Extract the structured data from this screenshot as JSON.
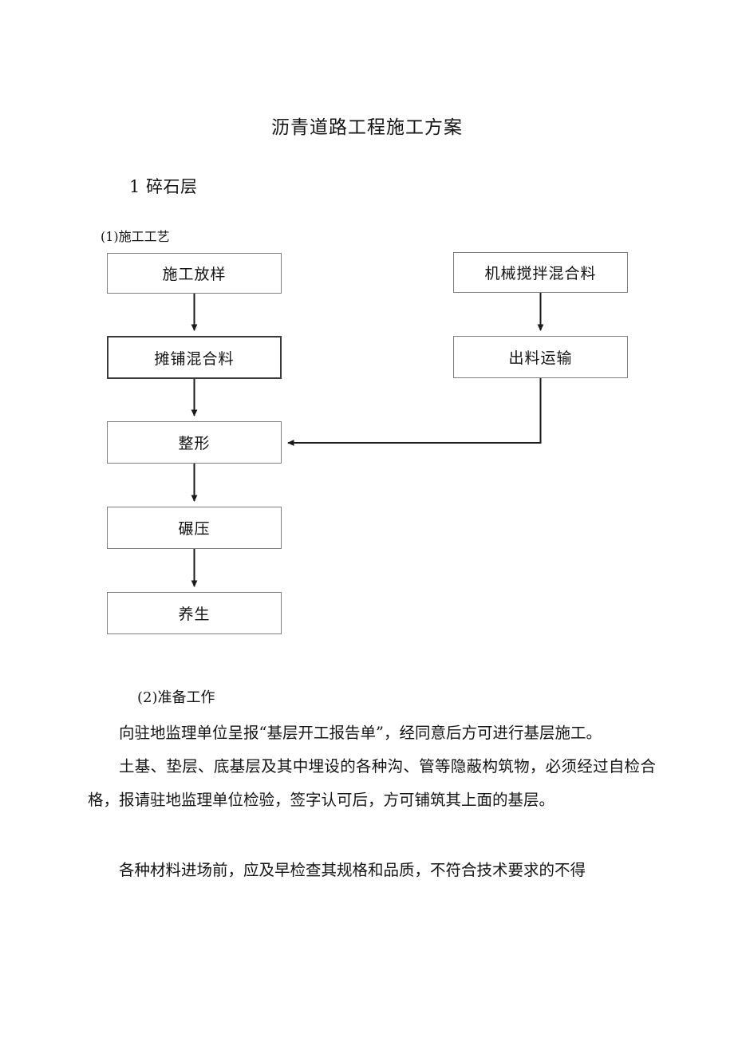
{
  "document": {
    "title": "沥青道路工程施工方案",
    "heading": "1 碎石层",
    "section_1_label": "(1)施工工艺",
    "section_2_label": "(2)准备工作"
  },
  "flowchart": {
    "nodes": [
      {
        "id": "shigong-fangyang",
        "label": "施工放样",
        "column": "left",
        "emphasis": false
      },
      {
        "id": "tanpu-hunheliao",
        "label": "摊铺混合料",
        "column": "left",
        "emphasis": true
      },
      {
        "id": "zhengxing",
        "label": "整形",
        "column": "left",
        "emphasis": false
      },
      {
        "id": "nianya",
        "label": "碾压",
        "column": "left",
        "emphasis": false
      },
      {
        "id": "yangsheng",
        "label": "养生",
        "column": "left",
        "emphasis": false
      },
      {
        "id": "jixie-jiaoban",
        "label": "机械搅拌混合料",
        "column": "right",
        "emphasis": false
      },
      {
        "id": "chuliao-yunshu",
        "label": "出料运输",
        "column": "right",
        "emphasis": false
      }
    ],
    "edges": [
      {
        "from": "shigong-fangyang",
        "to": "tanpu-hunheliao",
        "style": "straight-down"
      },
      {
        "from": "tanpu-hunheliao",
        "to": "zhengxing",
        "style": "straight-down"
      },
      {
        "from": "zhengxing",
        "to": "nianya",
        "style": "straight-down"
      },
      {
        "from": "nianya",
        "to": "yangsheng",
        "style": "straight-down"
      },
      {
        "from": "jixie-jiaoban",
        "to": "chuliao-yunshu",
        "style": "straight-down"
      },
      {
        "from": "chuliao-yunshu",
        "to": "zhengxing",
        "style": "elbow-down-left"
      }
    ],
    "colors": {
      "node_border": "#7f7f7f",
      "node_border_emphasis": "#3a3a3a",
      "node_fill": "#ffffff",
      "connector": "#1a1a1a"
    }
  },
  "body": {
    "paragraphs": [
      "向驻地监理单位呈报“基层开工报告单”，经同意后方可进行基层施工。",
      "土基、垫层、底基层及其中埋设的各种沟、管等隐蔽构筑物，必须经过自检合格，报请驻地监理单位检验，签字认可后，方可铺筑其上面的基层。",
      "各种材料进场前，应及早检查其规格和品质，不符合技术要求的不得"
    ]
  }
}
